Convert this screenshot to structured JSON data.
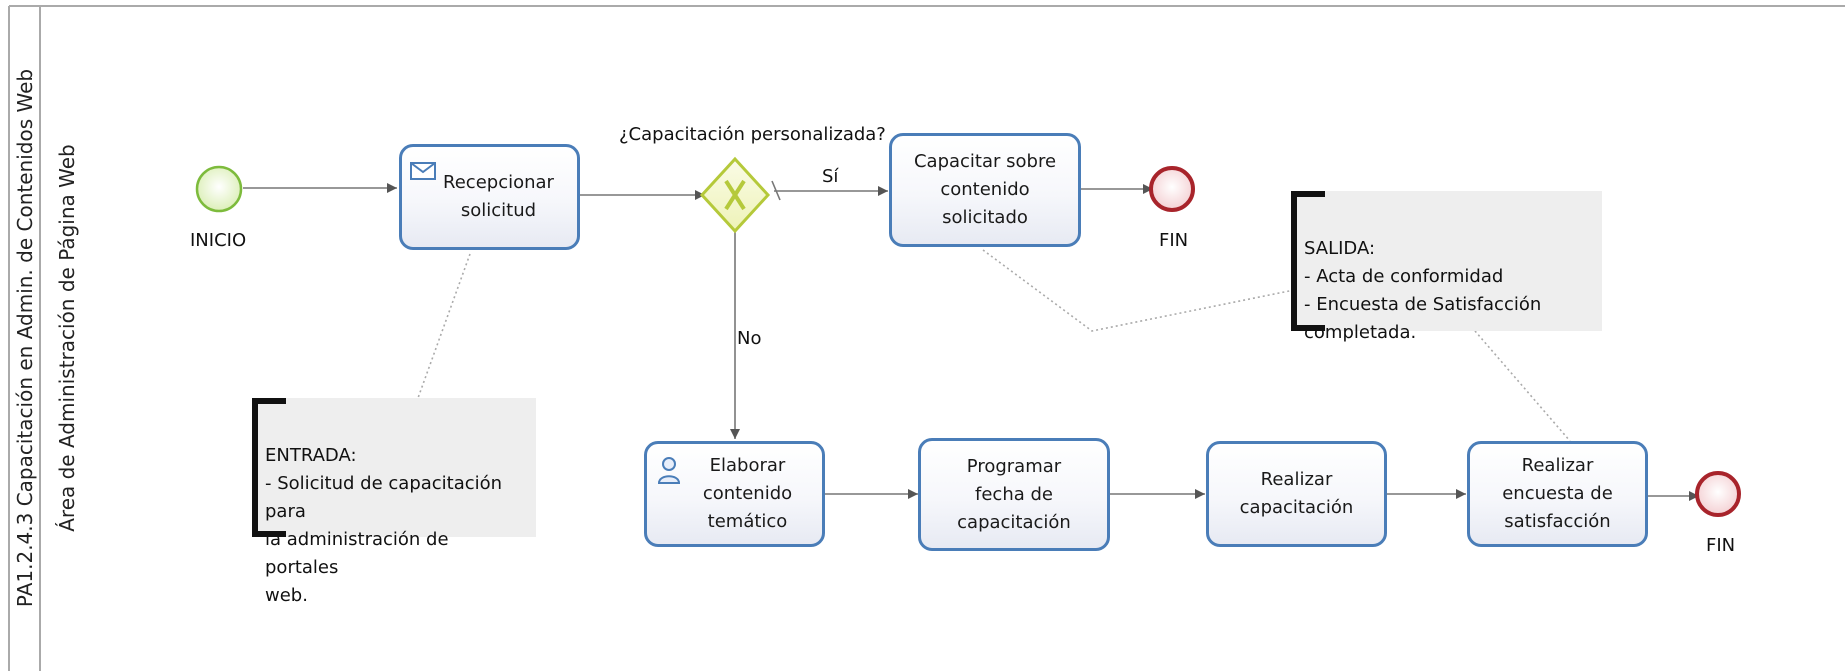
{
  "pool": {
    "title": "PA1.2.4.3 Capacitación en Admin. de Contenidos Web"
  },
  "lane": {
    "title": "Área de Administración de Página Web"
  },
  "events": {
    "start": "INICIO",
    "end_upper": "FIN",
    "end_lower": "FIN"
  },
  "tasks": {
    "recepcionar": "Recepcionar\nsolicitud",
    "capacitar": "Capacitar sobre\ncontenido\nsolicitado",
    "elaborar": "Elaborar\ncontenido\ntemático",
    "programar": "Programar\nfecha de\ncapacitación",
    "realizar_cap": "Realizar\ncapacitación",
    "realizar_enc": "Realizar\nencuesta de\nsatisfacción"
  },
  "gateway": {
    "question": "¿Capacitación personalizada?",
    "yes_label": "Sí",
    "no_label": "No"
  },
  "annotations": {
    "entrada": "ENTRADA:\n- Solicitud de capacitación para\nla administración de portales\nweb.",
    "salida": "SALIDA:\n- Acta de conformidad\n- Encuesta de Satisfacción\ncompletada."
  },
  "icons": {
    "recepcionar": "envelope-icon",
    "elaborar": "user-icon",
    "gateway": "exclusive-x-icon"
  },
  "colors": {
    "task_border": "#4a7db8",
    "start_event": "#7dbb3c",
    "end_event": "#a8242b",
    "gateway": "#b5c93a",
    "flow": "#777777"
  }
}
